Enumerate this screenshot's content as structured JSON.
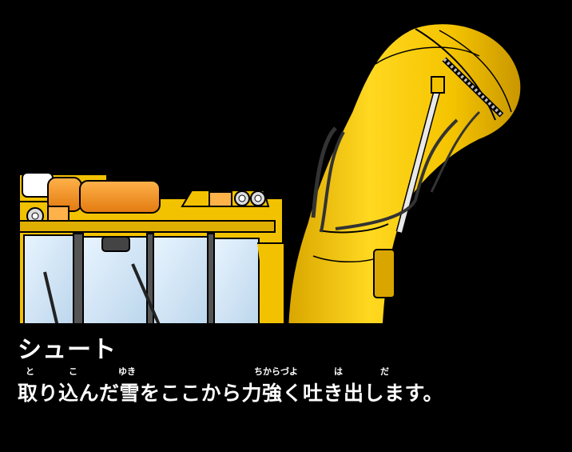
{
  "caption": {
    "title": "シュート",
    "body": "取り込んだ雪をここから力強く吐き出します。",
    "furigana": [
      "と",
      "こ",
      "ゆき",
      "ちからづよ",
      "は",
      "だ"
    ]
  },
  "colors": {
    "background": "#000000",
    "machine_yellow": "#f5c800",
    "outline": "#000000",
    "text": "#ffffff"
  }
}
